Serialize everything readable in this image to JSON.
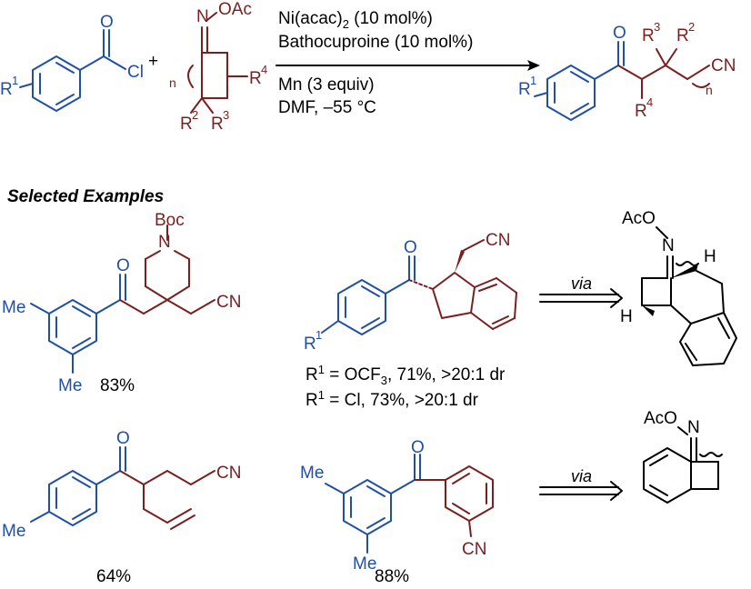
{
  "reaction": {
    "acid_chloride_label": "Cl",
    "r1_label": "R",
    "r1_sup": "1",
    "plus": "+",
    "n_label": "n",
    "oxime_label": "N",
    "oac_label": "OAc",
    "r2_label": "R",
    "r2_sup": "2",
    "r3_label": "R",
    "r3_sup": "3",
    "r4_label": "R",
    "r4_sup": "4",
    "cn_label": "CN",
    "o_label": "O",
    "conditions": {
      "line1": "Ni(acac)",
      "line1_sub": "2",
      "line1_tail": " (10 mol%)",
      "line2": "Bathocuproine (10 mol%)",
      "line3": "Mn (3 equiv)",
      "line4": "DMF, –55 °C"
    }
  },
  "section_title": "Selected Examples",
  "examples": {
    "ex1": {
      "boc": "Boc",
      "n": "N",
      "cn": "CN",
      "me_top": "Me",
      "me_bottom": "Me",
      "yield": "83%",
      "o": "O"
    },
    "ex2": {
      "cn": "CN",
      "o": "O",
      "r1": "R",
      "r1_sup": "1",
      "result1_prefix": "R",
      "result1_sup": "1",
      "result1_mid": " = OCF",
      "result1_sub": "3",
      "result1_tail": ", 71%, >20:1 dr",
      "result2_prefix": "R",
      "result2_sup": "1",
      "result2_tail": " = Cl, 73%, >20:1 dr",
      "via": "via",
      "int_aco": "AcO",
      "int_n": "N",
      "int_h1": "H",
      "int_h2": "H"
    },
    "ex3": {
      "o": "O",
      "cn": "CN",
      "me": "Me",
      "yield": "64%"
    },
    "ex4": {
      "o": "O",
      "cn": "CN",
      "me_top": "Me",
      "me_bottom": "Me",
      "yield": "88%",
      "via": "via",
      "int_aco": "AcO",
      "int_n": "N"
    }
  }
}
